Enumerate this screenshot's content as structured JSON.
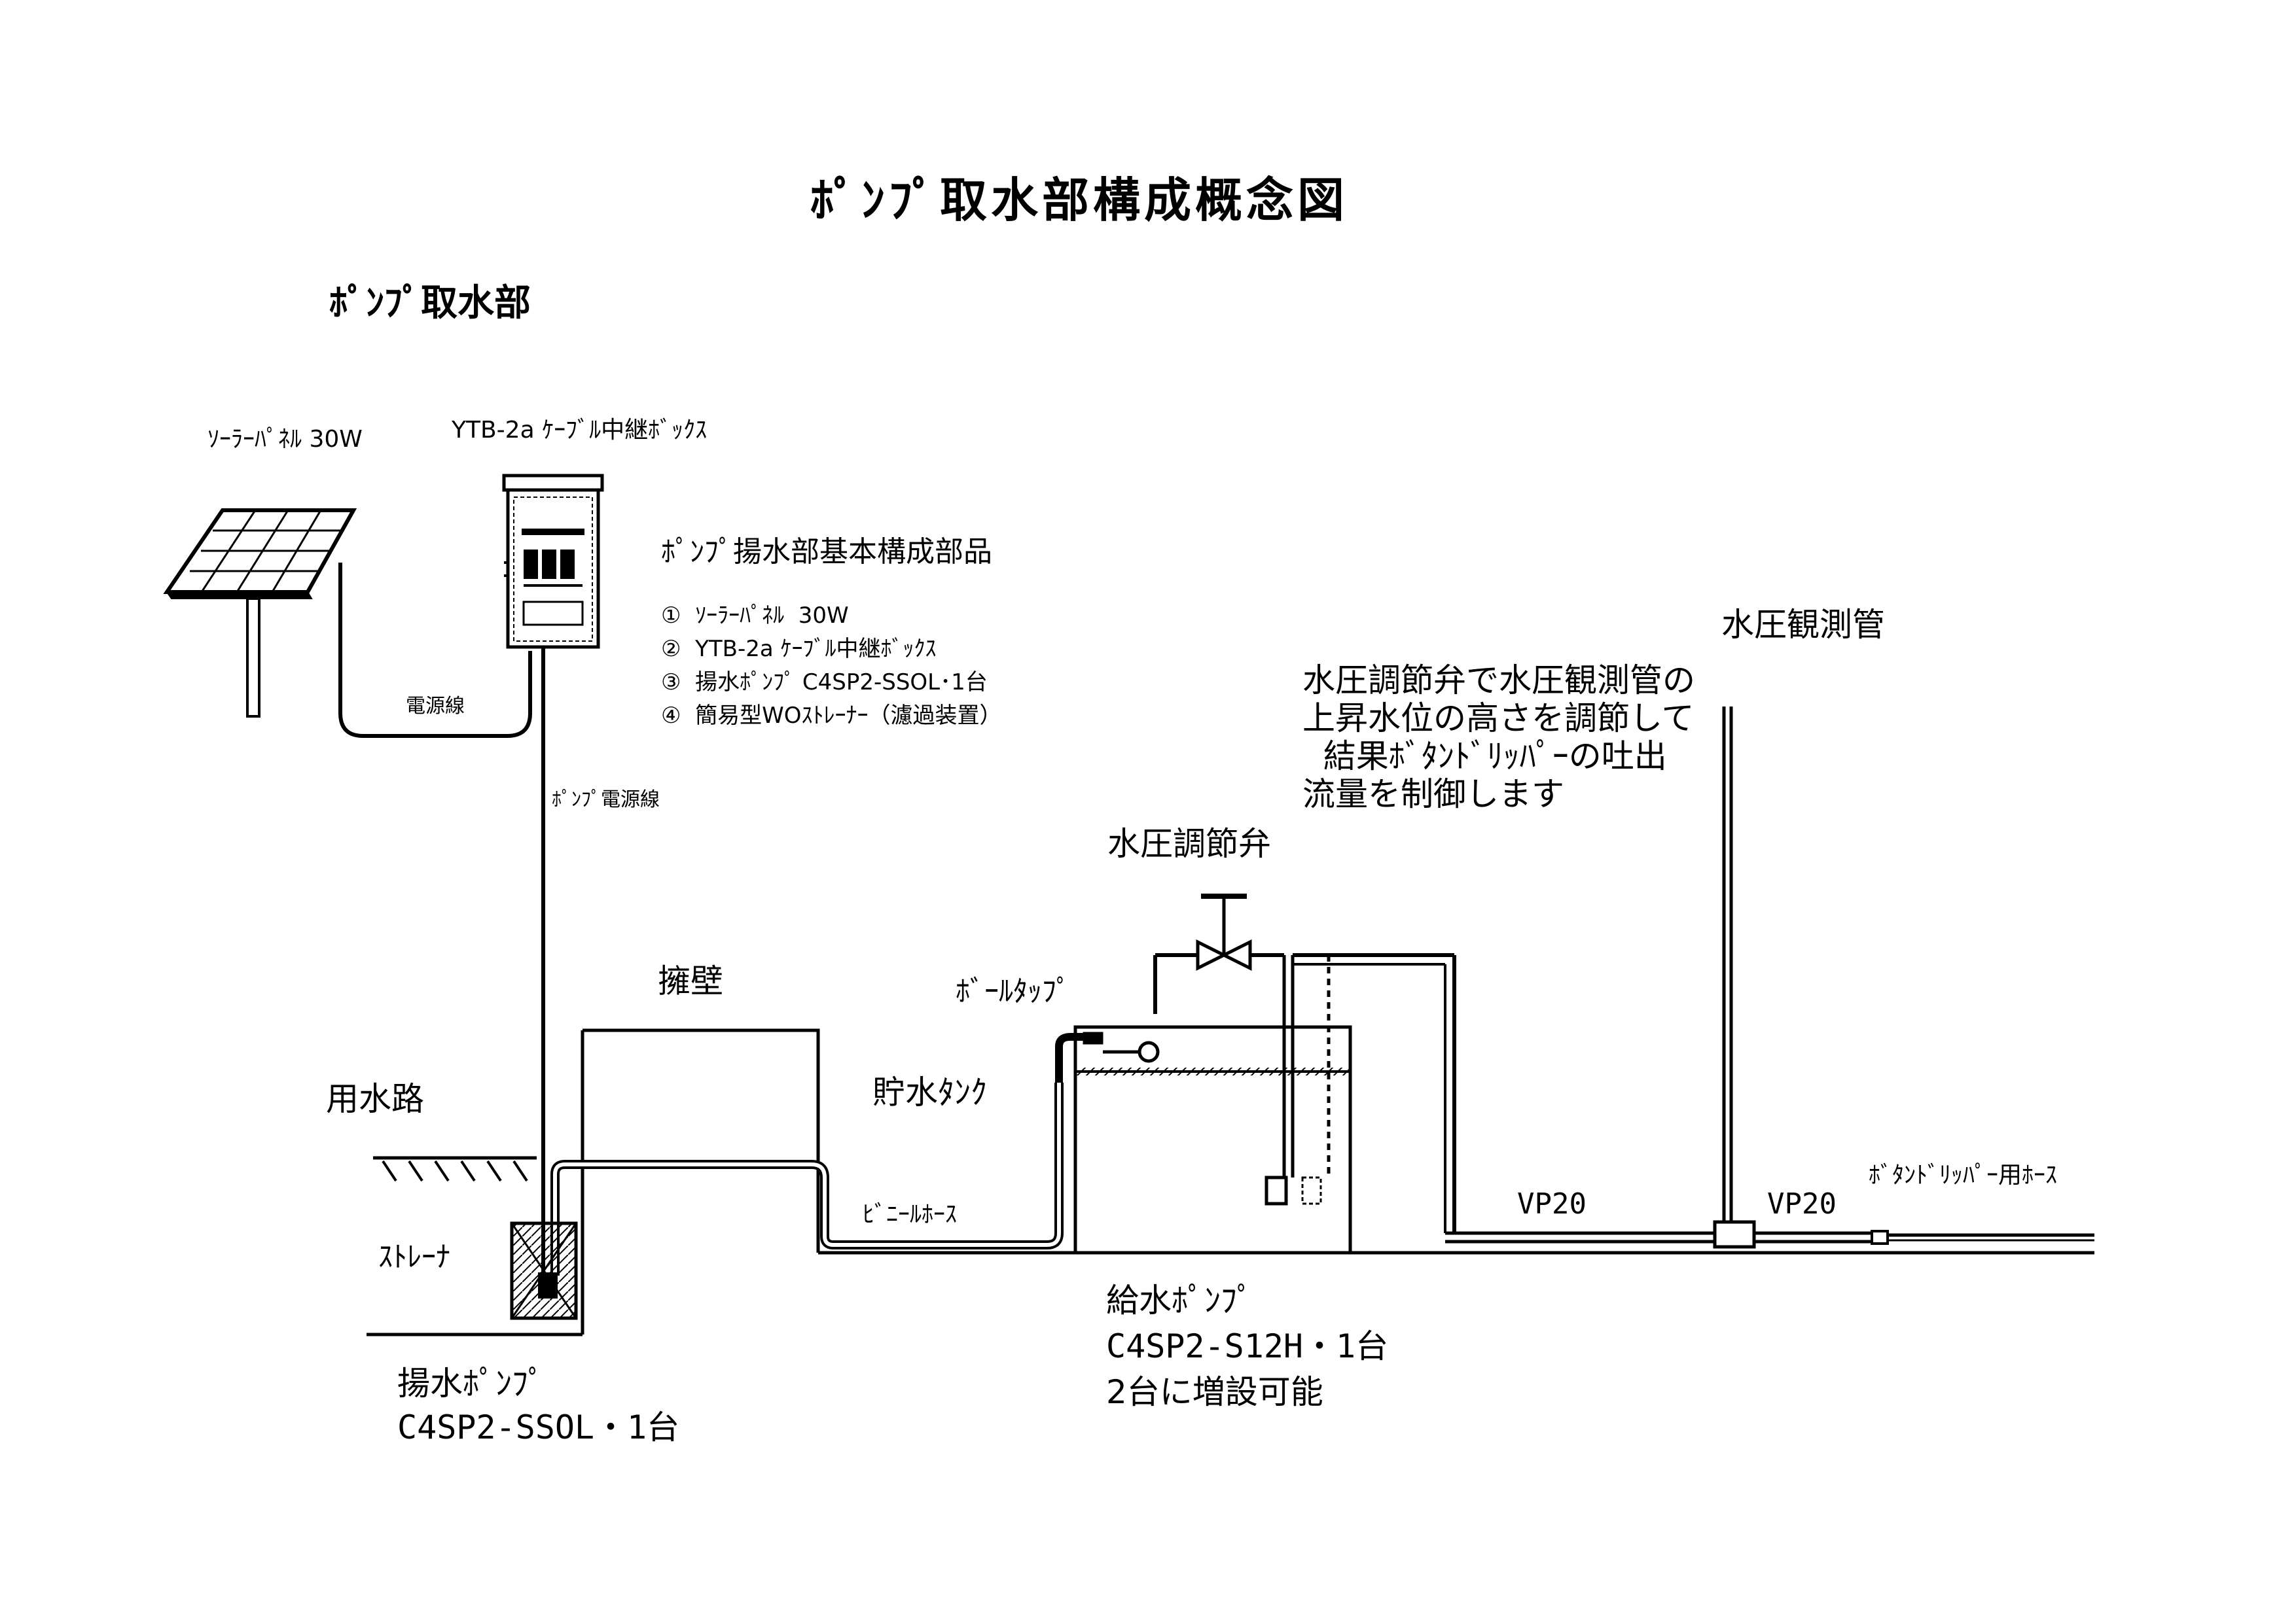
{
  "title": "ﾎﾟﾝﾌﾟ取水部構成概念図",
  "section_title": "ﾎﾟﾝﾌﾟ取水部",
  "solar_panel_label": "ｿｰﾗｰﾊﾟﾈﾙ 30W",
  "cable_box_label": "YTB-2a ｹｰﾌﾞﾙ中継ﾎﾞｯｸｽ",
  "components": {
    "heading": "ﾎﾟﾝﾌﾟ揚水部基本構成部品",
    "items": [
      "①  ｿｰﾗｰﾊﾟﾈﾙ  30W",
      "②  YTB-2a ｹｰﾌﾞﾙ中継ﾎﾞｯｸｽ",
      "③  揚水ﾎﾟﾝﾌﾟ C4SP2-SSOL･1台",
      "④  簡易型WOｽﾄﾚｰﾅｰ（濾過装置）"
    ]
  },
  "power_cable": "電源線",
  "pump_power_cable": "ﾎﾟﾝﾌﾟ電源線",
  "retaining_wall": "擁壁",
  "waterway": "用水路",
  "strainer": "ｽﾄﾚｰﾅ",
  "lift_pump": {
    "line1": "揚水ﾎﾟﾝﾌﾟ",
    "line2": "C4SP2-SSOL・1台"
  },
  "vinyl_hose": "ﾋﾞﾆｰﾙﾎｰｽ",
  "storage_tank": "貯水ﾀﾝｸ",
  "ball_tap": "ﾎﾞｰﾙﾀｯﾌﾟ",
  "pressure_valve": "水圧調節弁",
  "description": {
    "line1": "水圧調節弁で水圧観測管の",
    "line2": "上昇水位の高さを調節して",
    "line3": "  結果ﾎﾞﾀﾝﾄﾞﾘｯﾊﾟｰの吐出",
    "line4": "流量を制御します"
  },
  "observation_pipe": "水圧観測管",
  "vp20_a": "VP20",
  "vp20_b": "VP20",
  "drip_hose": "ﾎﾞﾀﾝﾄﾞﾘｯﾊﾟｰ用ﾎｰｽ",
  "supply_pump": {
    "line1": "給水ﾎﾟﾝﾌﾟ",
    "line2": "C4SP2-S12H・1台",
    "line3": "2台に増設可能"
  }
}
